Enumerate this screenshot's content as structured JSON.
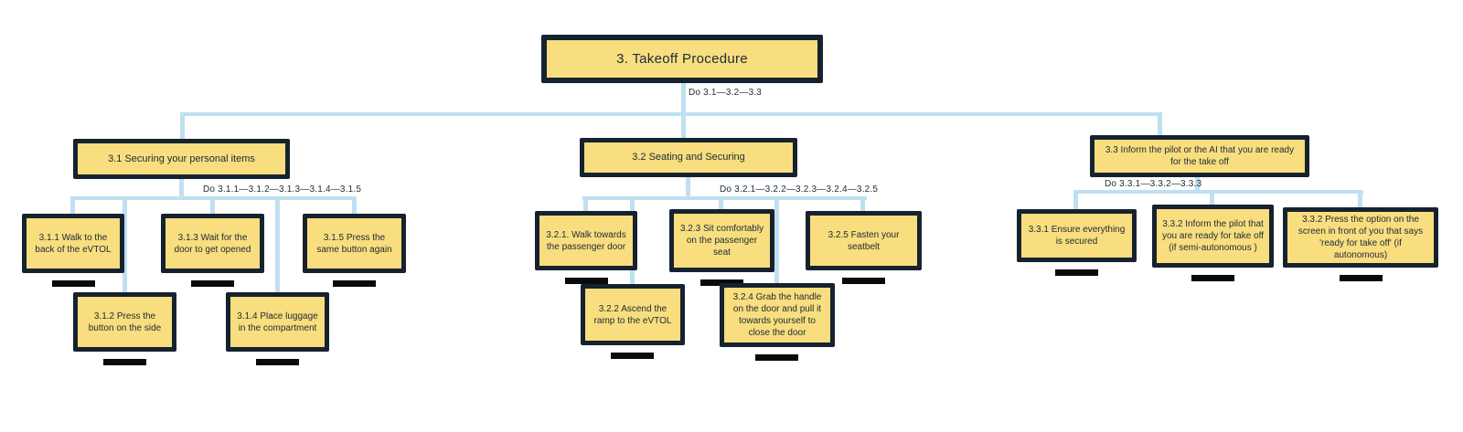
{
  "colors": {
    "node_fill": "#f8de7e",
    "node_border": "#16222f",
    "connector": "#bfe0f1",
    "stand": "#0a0a0a",
    "text": "#212c38"
  },
  "root": {
    "label": "3. Takeoff Procedure",
    "do_label": "Do 3.1—3.2—3.3"
  },
  "branches": [
    {
      "label": "3.1 Securing your personal items",
      "do_label": "Do 3.1.1—3.1.2—3.1.3—3.1.4—3.1.5",
      "steps": [
        {
          "label": "3.1.1 Walk to the back of the eVTOL"
        },
        {
          "label": "3.1.2 Press the button on the side"
        },
        {
          "label": "3.1.3 Wait for the door to get opened"
        },
        {
          "label": "3.1.4 Place luggage in the compartment"
        },
        {
          "label": "3.1.5 Press the same button again"
        }
      ]
    },
    {
      "label": "3.2 Seating and Securing",
      "do_label": "Do 3.2.1—3.2.2—3.2.3—3.2.4—3.2.5",
      "steps": [
        {
          "label": "3.2.1. Walk towards the passenger door"
        },
        {
          "label": "3.2.2  Ascend the ramp to the eVTOL"
        },
        {
          "label": "3.2.3 Sit comfortably on the passenger seat"
        },
        {
          "label": "3.2.4 Grab the handle on the door and pull it towards yourself to close the door"
        },
        {
          "label": "3.2.5 Fasten your seatbelt"
        }
      ]
    },
    {
      "label": "3.3 Inform the pilot or the AI that you are ready for the take off",
      "do_label": "Do 3.3.1—3.3.2—3.3.3",
      "steps": [
        {
          "label": "3.3.1 Ensure everything is secured"
        },
        {
          "label": "3.3.2 Inform the pilot that you are ready for take off  (if semi-autonomous )"
        },
        {
          "label": "3.3.2 Press the option on the screen in front of you that says 'ready for take off' (if autonomous)"
        }
      ]
    }
  ]
}
